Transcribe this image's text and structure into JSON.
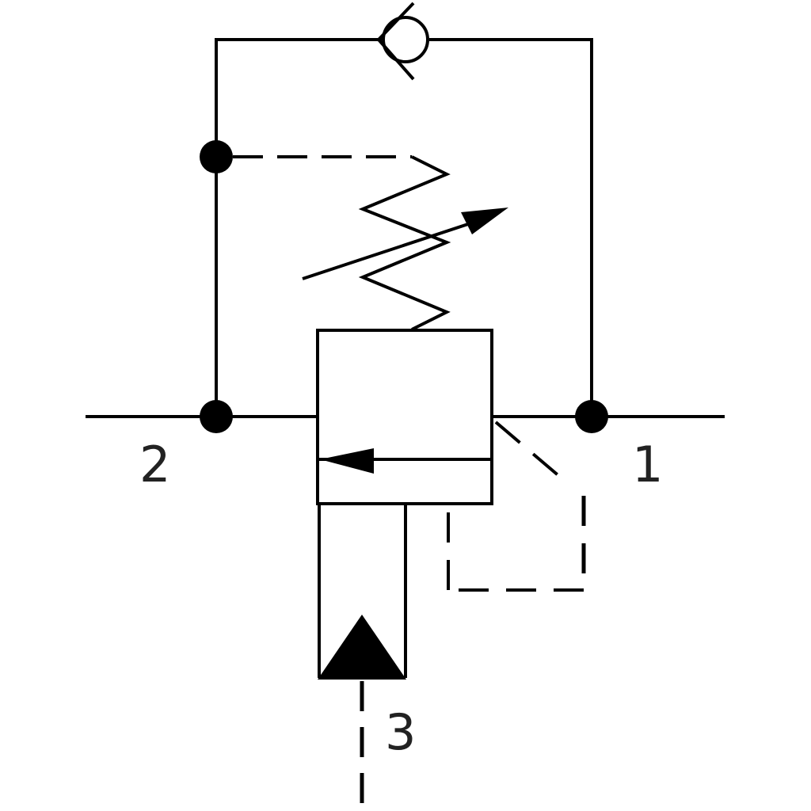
{
  "diagram": {
    "ports": {
      "port_2": "2",
      "port_1": "1",
      "port_3": "3"
    },
    "colors": {
      "line": "#000000",
      "label": "#222222",
      "background": "#ffffff"
    },
    "symbols": {
      "check_valve": "check-valve-icon",
      "spring": "adjustable-spring-icon",
      "flow_arrow": "flow-arrow-icon",
      "pilot_triangle": "pilot-triangle-icon"
    }
  }
}
